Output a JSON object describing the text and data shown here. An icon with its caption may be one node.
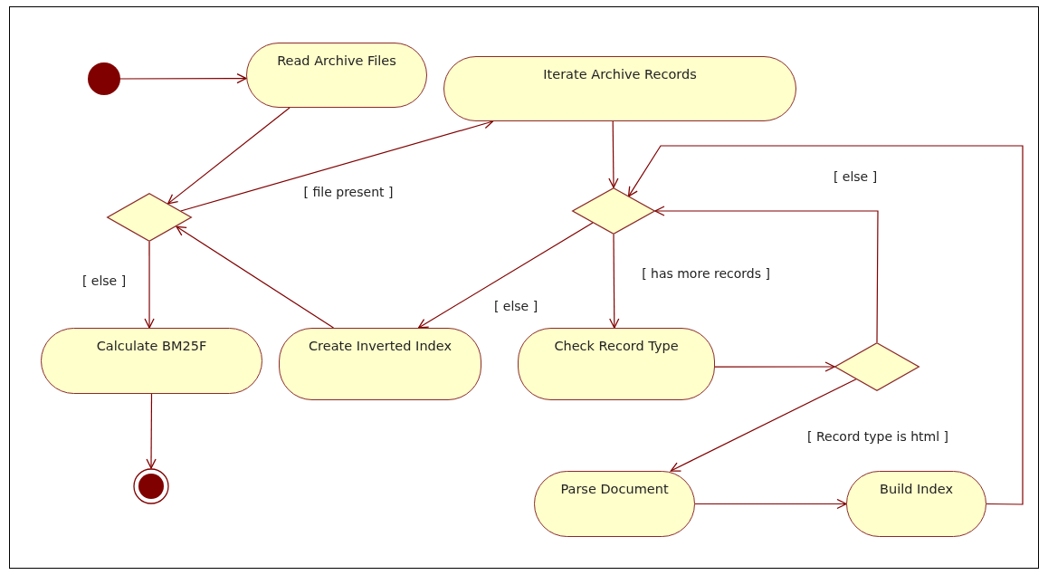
{
  "diagram": {
    "nodes": [
      {
        "text": [],
        "shape": "circle"
      },
      {
        "text": [
          "Read Archive Files"
        ]
      },
      {
        "text": [
          "Iterate Archive Records"
        ]
      },
      {
        "text": [],
        "shape": "diamond"
      },
      {
        "text": [],
        "shape": "diamond"
      },
      {
        "text": [
          "Calculate BM25F"
        ]
      },
      {
        "text": [
          "Create Inverted Index"
        ]
      },
      {
        "text": [
          "Check Record Type"
        ]
      },
      {
        "text": [],
        "shape": "diamond"
      },
      {
        "text": [],
        "shape": "bullseye"
      },
      {
        "text": [
          "Parse Document"
        ]
      },
      {
        "text": [
          "Build Index"
        ]
      }
    ],
    "edges": [
      {
        "from": 0,
        "to": 1,
        "arrow": "to"
      },
      {
        "from": 1,
        "to": 3,
        "arrow": "to"
      },
      {
        "from": 3,
        "to": 2,
        "arrow": "to",
        "label": "[ file present ]"
      },
      {
        "from": 3,
        "to": 5,
        "arrow": "to",
        "label": "[ else ]"
      },
      {
        "from": 5,
        "to": 9,
        "arrow": "to"
      },
      {
        "from": 6,
        "to": 3,
        "arrow": "to"
      },
      {
        "from": 2,
        "to": 4,
        "arrow": "to"
      },
      {
        "from": 4,
        "to": 6,
        "arrow": "to",
        "label": "[ else ]"
      },
      {
        "from": 4,
        "to": 7,
        "arrow": "to",
        "label": "[ has more records ]"
      },
      {
        "from": 7,
        "to": 8,
        "arrow": "to"
      },
      {
        "from": 8,
        "to": 4,
        "arrow": "to",
        "label": "[ else ]"
      },
      {
        "from": 8,
        "to": 10,
        "arrow": "to",
        "label": "[ Record type is html ]"
      },
      {
        "from": 10,
        "to": 11,
        "arrow": "to"
      },
      {
        "from": 11,
        "to": 4,
        "arrow": "to"
      }
    ]
  }
}
